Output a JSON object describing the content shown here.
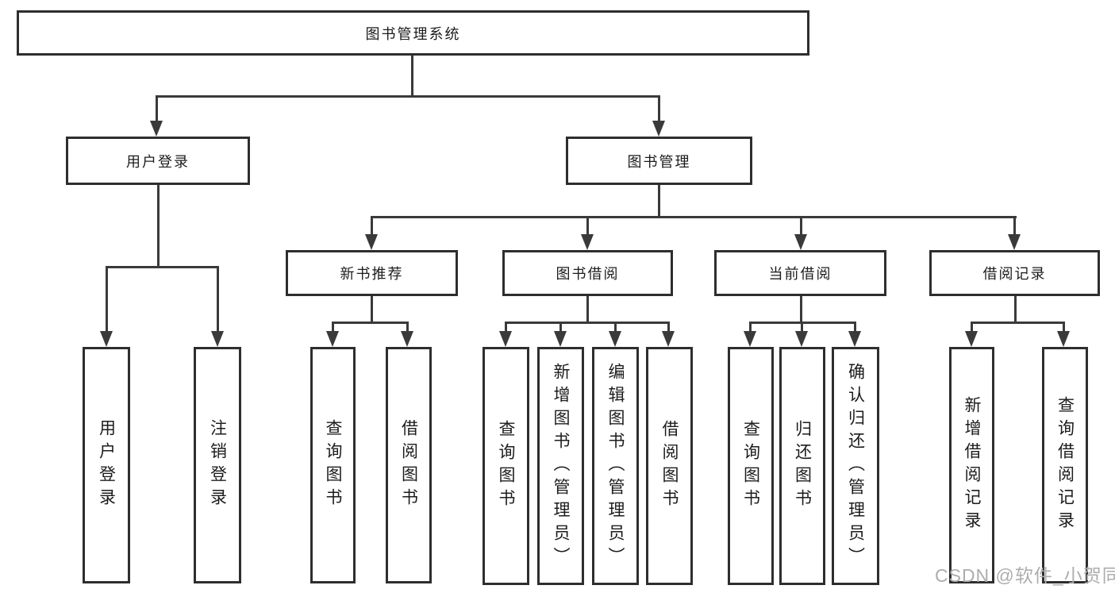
{
  "tree": {
    "root": "图书管理系统",
    "children": [
      {
        "label": "用户登录",
        "children": [
          {
            "label": "用户登录"
          },
          {
            "label": "注销登录"
          }
        ]
      },
      {
        "label": "图书管理",
        "children": [
          {
            "label": "新书推荐",
            "children": [
              {
                "label": "查询图书"
              },
              {
                "label": "借阅图书"
              }
            ]
          },
          {
            "label": "图书借阅",
            "children": [
              {
                "label": "查询图书"
              },
              {
                "label": "新增图书（管理员）"
              },
              {
                "label": "编辑图书（管理员）"
              },
              {
                "label": "借阅图书"
              }
            ]
          },
          {
            "label": "当前借阅",
            "children": [
              {
                "label": "查询图书"
              },
              {
                "label": "归还图书"
              },
              {
                "label": "确认归还（管理员）"
              }
            ]
          },
          {
            "label": "借阅记录",
            "children": [
              {
                "label": "新增借阅记录"
              },
              {
                "label": "查询借阅记录"
              }
            ]
          }
        ]
      }
    ]
  },
  "watermark": {
    "text": "CSDN @软件_小贺同学"
  },
  "colors": {
    "line": "#3a3a3a",
    "border": "#2e2e2e",
    "text": "#1c1c1c",
    "watermark": "#adadad",
    "background": "#ffffff"
  }
}
